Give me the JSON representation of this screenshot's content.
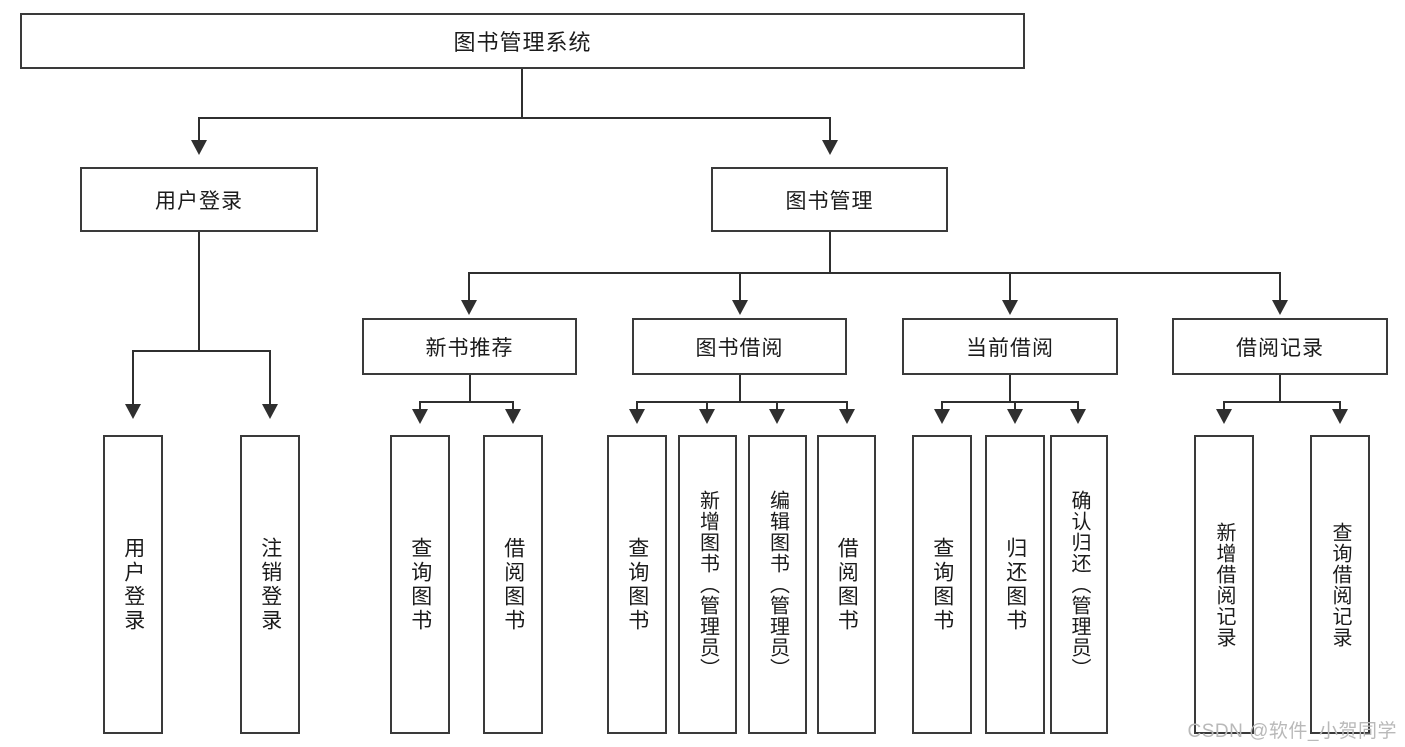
{
  "diagram": {
    "title": "图书管理系统",
    "type": "hierarchy-tree",
    "root": {
      "label": "图书管理系统"
    },
    "level2": [
      {
        "label": "用户登录"
      },
      {
        "label": "图书管理"
      }
    ],
    "level3": [
      {
        "label": "新书推荐"
      },
      {
        "label": "图书借阅"
      },
      {
        "label": "当前借阅"
      },
      {
        "label": "借阅记录"
      }
    ],
    "leaves": {
      "user_login": [
        {
          "label": "用户登录"
        },
        {
          "label": "注销登录"
        }
      ],
      "new_book_recommend": [
        {
          "label": "查询图书"
        },
        {
          "label": "借阅图书"
        }
      ],
      "book_borrow": [
        {
          "label": "查询图书"
        },
        {
          "label": "新增图书（管理员）"
        },
        {
          "label": "编辑图书（管理员）"
        },
        {
          "label": "借阅图书"
        }
      ],
      "current_borrow": [
        {
          "label": "查询图书"
        },
        {
          "label": "归还图书"
        },
        {
          "label": "确认归还（管理员）"
        }
      ],
      "borrow_record": [
        {
          "label": "新增借阅记录"
        },
        {
          "label": "查询借阅记录"
        }
      ]
    }
  },
  "watermark": {
    "text": "CSDN @软件_小贺同学"
  },
  "colors": {
    "border": "#3a3a3a",
    "line": "#2f2f2f",
    "text": "#1b1b1b",
    "background": "#ffffff",
    "watermark": "#b9b9b9"
  }
}
